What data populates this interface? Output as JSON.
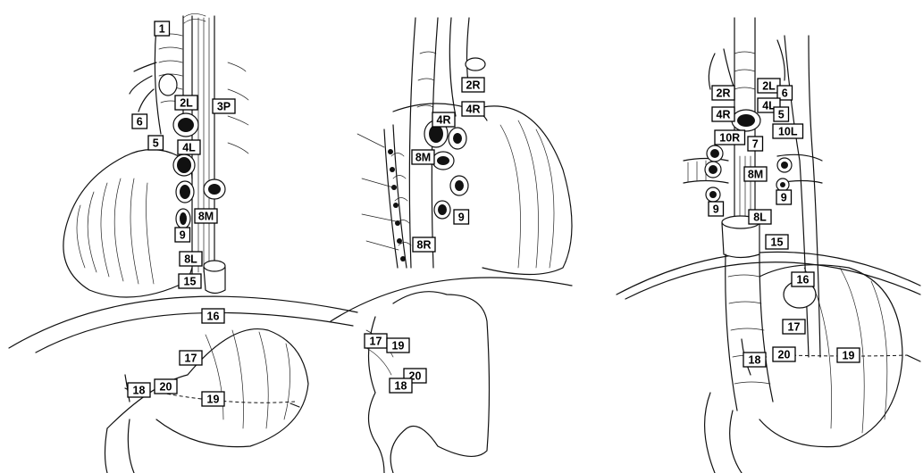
{
  "panels": [
    {
      "id": "panel-1",
      "labels": [
        "1",
        "2L",
        "3P",
        "6",
        "5",
        "4L",
        "8M",
        "9",
        "8L",
        "15",
        "16",
        "17",
        "18",
        "20",
        "19"
      ]
    },
    {
      "id": "panel-2",
      "labels": [
        "2R",
        "4R",
        "4R",
        "8M",
        "9",
        "8R",
        "17",
        "19",
        "20",
        "18"
      ]
    },
    {
      "id": "panel-3",
      "labels": [
        "2R",
        "2L",
        "6",
        "4R",
        "4L",
        "5",
        "10R",
        "7",
        "10L",
        "8M",
        "9",
        "9",
        "8L",
        "15",
        "16",
        "17",
        "18",
        "20",
        "19"
      ]
    }
  ],
  "colors": {
    "ink": "#111111",
    "background": "#ffffff"
  }
}
